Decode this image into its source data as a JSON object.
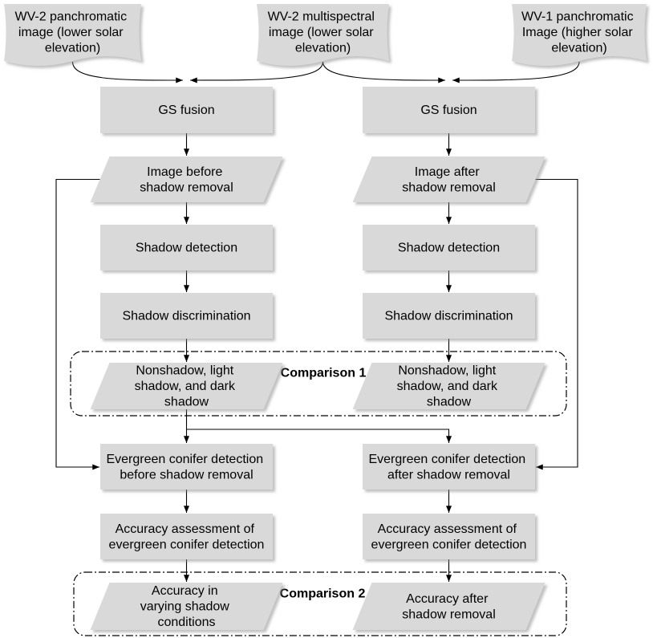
{
  "colors": {
    "node_fill": "#d9d9d9",
    "edge": "#000000",
    "text": "#000000"
  },
  "inputs": {
    "wv2_panchromatic": {
      "lines": [
        "WV-2 panchromatic",
        "image (lower solar",
        "elevation)"
      ]
    },
    "wv2_multispectral": {
      "lines": [
        "WV-2 multispectral",
        "image (lower solar",
        "elevation)"
      ]
    },
    "wv1_panchromatic": {
      "lines": [
        "WV-1 panchromatic",
        "Image (higher solar",
        "elevation)"
      ]
    }
  },
  "before_branch": {
    "gs_fusion": {
      "lines": [
        "GS fusion"
      ]
    },
    "image": {
      "lines": [
        "Image before",
        "shadow removal"
      ]
    },
    "shadow_detection": {
      "lines": [
        "Shadow detection"
      ]
    },
    "shadow_discrimination": {
      "lines": [
        "Shadow discrimination"
      ]
    },
    "shadow_classes": {
      "lines": [
        "Nonshadow, light",
        "shadow, and dark",
        "shadow"
      ]
    },
    "conifer_detection": {
      "lines": [
        "Evergreen conifer detection",
        "before shadow removal"
      ]
    },
    "accuracy_assessment": {
      "lines": [
        "Accuracy assessment of",
        "evergreen conifer detection"
      ]
    },
    "accuracy": {
      "lines": [
        "Accuracy in",
        "varying shadow",
        "conditions"
      ]
    }
  },
  "after_branch": {
    "gs_fusion": {
      "lines": [
        "GS fusion"
      ]
    },
    "image": {
      "lines": [
        "Image after",
        "shadow removal"
      ]
    },
    "shadow_detection": {
      "lines": [
        "Shadow detection"
      ]
    },
    "shadow_discrimination": {
      "lines": [
        "Shadow discrimination"
      ]
    },
    "shadow_classes": {
      "lines": [
        "Nonshadow, light",
        "shadow, and dark",
        "shadow"
      ]
    },
    "conifer_detection": {
      "lines": [
        "Evergreen conifer detection",
        "after shadow removal"
      ]
    },
    "accuracy_assessment": {
      "lines": [
        "Accuracy assessment of",
        "evergreen conifer detection"
      ]
    },
    "accuracy": {
      "lines": [
        "Accuracy after",
        "shadow removal"
      ]
    }
  },
  "comparisons": [
    {
      "label": "Comparison 1"
    },
    {
      "label": "Comparison 2"
    }
  ]
}
